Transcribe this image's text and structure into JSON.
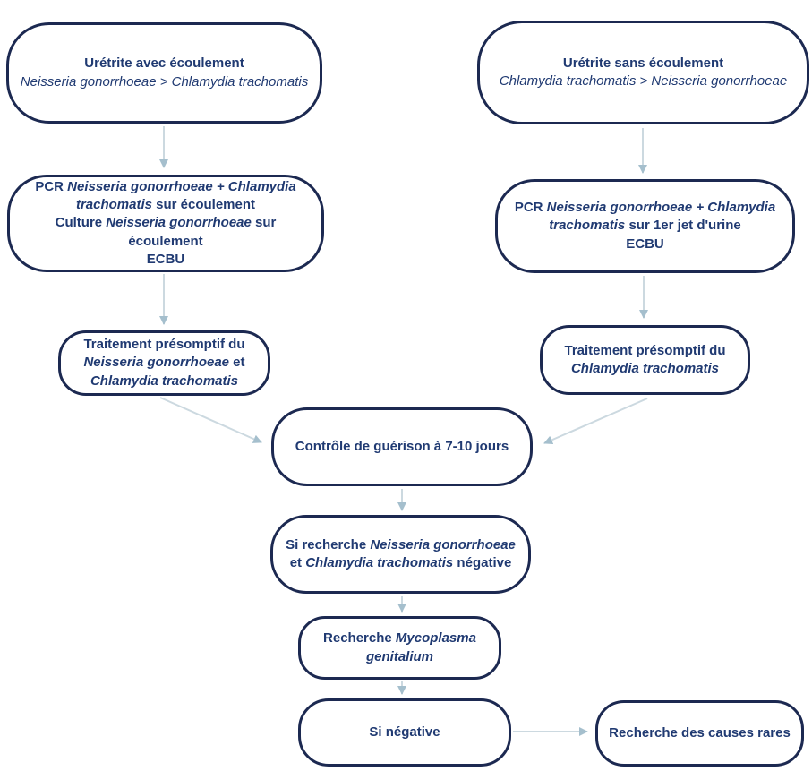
{
  "diagram": {
    "type": "flowchart",
    "language": "fr",
    "colors": {
      "node_border": "#1c2951",
      "node_text": "#203a72",
      "node_background": "#ffffff",
      "arrow_line": "#ccd9e0",
      "arrow_head": "#a5bfcd"
    },
    "nodes": {
      "n1": {
        "id": "uretrite-avec-ecoulement",
        "segments": [
          {
            "t": "Urétrite avec écoulement\n",
            "st": "b"
          },
          {
            "t": "Neisseria gonorrhoeae > Chlamydia trachomatis",
            "st": "i"
          }
        ]
      },
      "n2": {
        "id": "uretrite-sans-ecoulement",
        "segments": [
          {
            "t": "Urétrite sans écoulement\n",
            "st": "b"
          },
          {
            "t": "Chlamydia trachomatis > Neisseria gonorrhoeae",
            "st": "i"
          }
        ]
      },
      "n3": {
        "id": "pcr-sur-ecoulement",
        "segments": [
          {
            "t": "PCR ",
            "st": "b"
          },
          {
            "t": "Neisseria gonorrhoeae + Chlamydia trachomatis",
            "st": "bi"
          },
          {
            "t": " sur écoulement\nCulture ",
            "st": "b"
          },
          {
            "t": "Neisseria gonorrhoeae",
            "st": "bi"
          },
          {
            "t": " sur écoulement\nECBU",
            "st": "b"
          }
        ]
      },
      "n4": {
        "id": "pcr-sur-1er-jet-urine",
        "segments": [
          {
            "t": "PCR ",
            "st": "b"
          },
          {
            "t": "Neisseria gonorrhoeae + Chlamydia trachomatis",
            "st": "bi"
          },
          {
            "t": " sur 1er jet d'urine\nECBU",
            "st": "b"
          }
        ]
      },
      "n5": {
        "id": "traitement-presomptif-ng-ct",
        "segments": [
          {
            "t": "Traitement présomptif du\n",
            "st": "b"
          },
          {
            "t": "Neisseria gonorrhoeae",
            "st": "bi"
          },
          {
            "t": " et\n",
            "st": "b"
          },
          {
            "t": "Chlamydia trachomatis",
            "st": "bi"
          }
        ]
      },
      "n6": {
        "id": "traitement-presomptif-ct",
        "segments": [
          {
            "t": "Traitement présomptif du\n",
            "st": "b"
          },
          {
            "t": "Chlamydia trachomatis",
            "st": "bi"
          }
        ]
      },
      "n7": {
        "id": "controle-guerison",
        "segments": [
          {
            "t": "Contrôle de guérison à 7-10 jours",
            "st": "b"
          }
        ]
      },
      "n8": {
        "id": "si-recherche-negative",
        "segments": [
          {
            "t": "Si recherche ",
            "st": "b"
          },
          {
            "t": "Neisseria gonorrhoeae",
            "st": "bi"
          },
          {
            "t": " et ",
            "st": "b"
          },
          {
            "t": "Chlamydia trachomatis",
            "st": "bi"
          },
          {
            "t": " négative",
            "st": "b"
          }
        ]
      },
      "n9": {
        "id": "recherche-mycoplasma",
        "segments": [
          {
            "t": "Recherche ",
            "st": "b"
          },
          {
            "t": "Mycoplasma genitalium",
            "st": "bi"
          }
        ]
      },
      "n10": {
        "id": "si-negative",
        "segments": [
          {
            "t": "Si négative",
            "st": "b"
          }
        ]
      },
      "n11": {
        "id": "recherche-causes-rares",
        "segments": [
          {
            "t": "Recherche des causes rares",
            "st": "b"
          }
        ]
      }
    },
    "edges": [
      {
        "from": "uretrite-avec-ecoulement",
        "to": "pcr-sur-ecoulement"
      },
      {
        "from": "uretrite-sans-ecoulement",
        "to": "pcr-sur-1er-jet-urine"
      },
      {
        "from": "pcr-sur-ecoulement",
        "to": "traitement-presomptif-ng-ct"
      },
      {
        "from": "pcr-sur-1er-jet-urine",
        "to": "traitement-presomptif-ct"
      },
      {
        "from": "traitement-presomptif-ng-ct",
        "to": "controle-guerison"
      },
      {
        "from": "traitement-presomptif-ct",
        "to": "controle-guerison"
      },
      {
        "from": "controle-guerison",
        "to": "si-recherche-negative"
      },
      {
        "from": "si-recherche-negative",
        "to": "recherche-mycoplasma"
      },
      {
        "from": "recherche-mycoplasma",
        "to": "si-negative"
      },
      {
        "from": "si-negative",
        "to": "recherche-causes-rares"
      }
    ]
  }
}
